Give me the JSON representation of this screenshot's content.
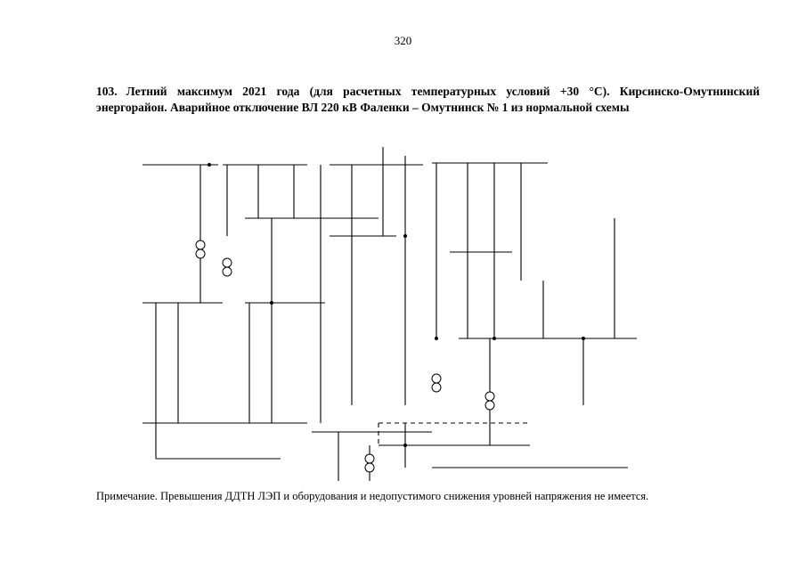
{
  "page_number": "320",
  "heading": {
    "number": "103.",
    "text": "Летний максимум 2021 года (для расчетных температурных условий +30 °С). Кирсинско-Омутнинский энергорайон. Аварийное отключение ВЛ 220 кВ Фаленки – Омутнинск № 1 из нормальной схемы"
  },
  "note": "Примечание. Превышения ДДТН ЛЭП и оборудования и недопустимого снижения уровней напряжения не имеется."
}
